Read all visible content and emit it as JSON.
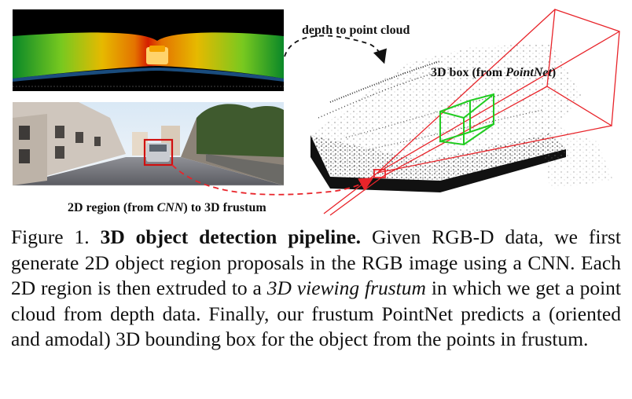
{
  "figure": {
    "label_depth": "depth to point cloud",
    "label_box_prefix": "3D box (from ",
    "label_box_emph": "PointNet",
    "label_box_suffix": ")",
    "label_region_prefix": "2D region (from ",
    "label_region_emph": "CNN",
    "label_region_suffix": ") to 3D frustum",
    "colors": {
      "frustum": "#e8242a",
      "box3d": "#22cc22",
      "region2d": "#d01010",
      "arrow_depth": "#111111"
    }
  },
  "caption": {
    "figure_number": "Figure 1.",
    "title": "3D object detection pipeline.",
    "text_part1": "Given RGB-D data, we first generate 2D object region proposals in the RGB image using a CNN. Each 2D region is then extruded to a",
    "text_emph": "3D viewing frustum",
    "text_part2": "in which we get a point cloud from depth data. Finally, our frustum PointNet predicts a (oriented and amodal) 3D bounding box for the object from the points in frustum."
  }
}
